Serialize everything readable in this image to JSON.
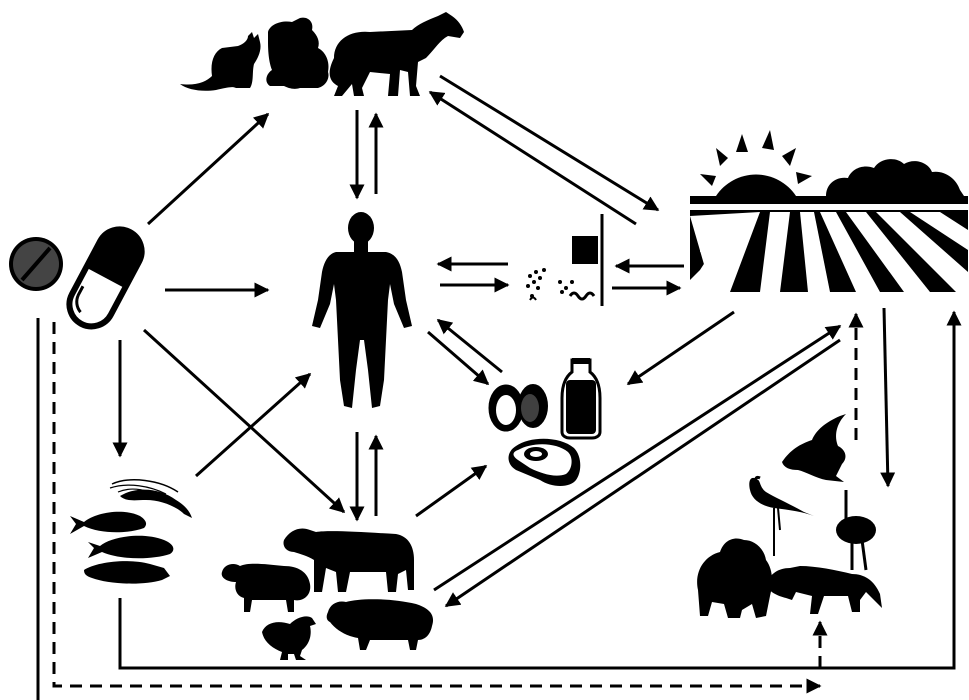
{
  "colors": {
    "foreground": "#000000",
    "background": "#ffffff"
  },
  "nodes": [
    {
      "id": "companion-animals",
      "icons": [
        "cat-icon",
        "dog-icon",
        "horse-icon"
      ]
    },
    {
      "id": "human",
      "icons": [
        "human-figure-icon"
      ]
    },
    {
      "id": "antimicrobials",
      "icons": [
        "tablet-icon",
        "capsule-icon"
      ]
    },
    {
      "id": "animal-products",
      "icons": [
        "eggs-icon",
        "milk-bottle-icon",
        "meat-steak-icon"
      ]
    },
    {
      "id": "wastewater",
      "icons": [
        "discharge-pipe-icon",
        "particles-icon",
        "water-waves-icon"
      ]
    },
    {
      "id": "environment",
      "icons": [
        "sun-icon",
        "clouds-icon",
        "farm-field-icon"
      ]
    },
    {
      "id": "aquaculture",
      "icons": [
        "shrimp-icon",
        "fish-icon"
      ]
    },
    {
      "id": "livestock",
      "icons": [
        "cow-icon",
        "sheep-icon",
        "pig-icon",
        "chicken-icon"
      ]
    },
    {
      "id": "wildlife",
      "icons": [
        "eagle-icon",
        "flamingo-icon",
        "ostrich-icon",
        "gorilla-icon",
        "wolf-icon"
      ]
    }
  ],
  "links": [
    {
      "from": "antimicrobials",
      "to": "companion-animals",
      "style": "solid"
    },
    {
      "from": "antimicrobials",
      "to": "human",
      "style": "solid"
    },
    {
      "from": "antimicrobials",
      "to": "aquaculture",
      "style": "solid"
    },
    {
      "from": "antimicrobials",
      "to": "livestock",
      "style": "solid"
    },
    {
      "from": "antimicrobials",
      "to": "wildlife",
      "style": "dashed"
    },
    {
      "from": "companion-animals",
      "to": "human",
      "style": "solid",
      "bidirectional": true
    },
    {
      "from": "companion-animals",
      "to": "environment",
      "style": "solid",
      "bidirectional": true
    },
    {
      "from": "human",
      "to": "wastewater",
      "style": "solid",
      "bidirectional": true
    },
    {
      "from": "human",
      "to": "animal-products",
      "style": "solid",
      "bidirectional": true
    },
    {
      "from": "human",
      "to": "livestock",
      "style": "solid",
      "bidirectional": true
    },
    {
      "from": "aquaculture",
      "to": "human",
      "style": "solid"
    },
    {
      "from": "aquaculture",
      "to": "environment",
      "style": "solid"
    },
    {
      "from": "livestock",
      "to": "animal-products",
      "style": "solid"
    },
    {
      "from": "livestock",
      "to": "environment",
      "style": "solid",
      "bidirectional": true
    },
    {
      "from": "environment",
      "to": "wastewater",
      "style": "solid",
      "bidirectional": true
    },
    {
      "from": "environment",
      "to": "animal-products",
      "style": "solid"
    },
    {
      "from": "environment",
      "to": "wildlife",
      "style": "solid"
    },
    {
      "from": "wildlife",
      "to": "environment",
      "style": "dashed"
    }
  ]
}
